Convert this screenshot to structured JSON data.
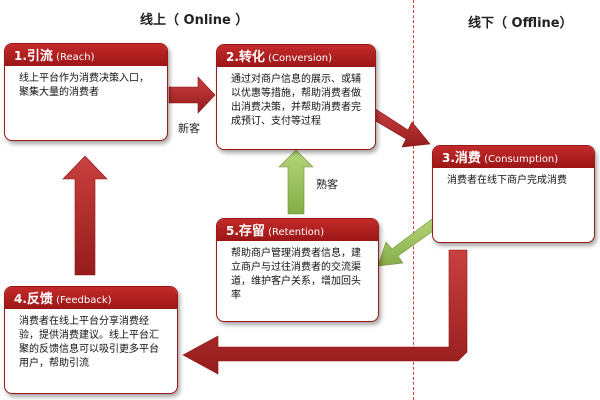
{
  "sections": {
    "online": "线上（ Online ）",
    "offline": "线下（ Offline）"
  },
  "stages": [
    {
      "id": "reach",
      "num": "1.",
      "name": "引流",
      "en": " (Reach)",
      "text": "线上平台作为消费决策入口，聚集大量的消费者"
    },
    {
      "id": "conversion",
      "num": "2.",
      "name": "转化",
      "en": " (Conversion)",
      "text": "通过对商户信息的展示、或辅以优惠等措施，帮助消费者做出消费决策，并帮助消费者完成预订、支付等过程"
    },
    {
      "id": "consumption",
      "num": "3.",
      "name": "消费",
      "en": " (Consumption)",
      "text": "消费者在线下商户完成消费"
    },
    {
      "id": "feedback",
      "num": "4.",
      "name": "反馈",
      "en": " (Feedback)",
      "text": "消费者在线上平台分享消费经验，提供消费建议。线上平台汇聚的反馈信息可以吸引更多平台用户，帮助引流"
    },
    {
      "id": "retention",
      "num": "5.",
      "name": "存留",
      "en": " (Retention)",
      "text": "帮助商户管理消费者信息，建立商户与过往消费者的交流渠道，维护客户关系，增加回头率"
    }
  ],
  "arrow_labels": {
    "new_customer": "新客",
    "returning_customer": "熟客"
  },
  "colors": {
    "stage_header": "#b01f1f",
    "red_arrow": "#b32424",
    "green_arrow": "#9bc25a",
    "divider": "#d63a3a"
  }
}
